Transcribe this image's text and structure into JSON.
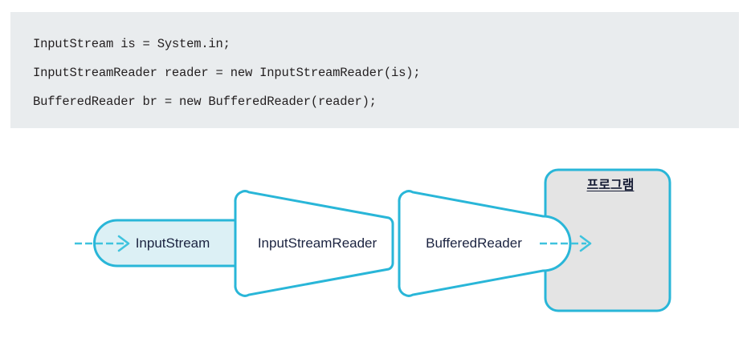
{
  "code_block": {
    "background_color": "#e9ecee",
    "lines": [
      "InputStream is = System.in;",
      "InputStreamReader reader = new InputStreamReader(is);",
      "BufferedReader br = new BufferedReader(reader);"
    ]
  },
  "diagram": {
    "title": "",
    "colors": {
      "stroke": "#29b6d8",
      "inputstream_fill": "#dcf0f5",
      "program_fill": "#e4e4e4",
      "label_text": "#1b2340"
    },
    "nodes": [
      {
        "id": "inputstream",
        "label": "InputStream",
        "shape": "rounded-left-rectangle",
        "fill": "#dcf0f5"
      },
      {
        "id": "inputstreamreader",
        "label": "InputStreamReader",
        "shape": "funnel-trapezoid",
        "fill": "#ffffff"
      },
      {
        "id": "bufferedreader",
        "label": "BufferedReader",
        "shape": "funnel-trapezoid",
        "fill": "#ffffff"
      },
      {
        "id": "program",
        "label": "프로그램",
        "shape": "rounded-rectangle",
        "fill": "#e4e4e4"
      }
    ],
    "arrows": [
      {
        "id": "input-arrow",
        "style": "dashed",
        "direction": "right"
      },
      {
        "id": "output-arrow",
        "style": "dashed",
        "direction": "right"
      }
    ]
  }
}
